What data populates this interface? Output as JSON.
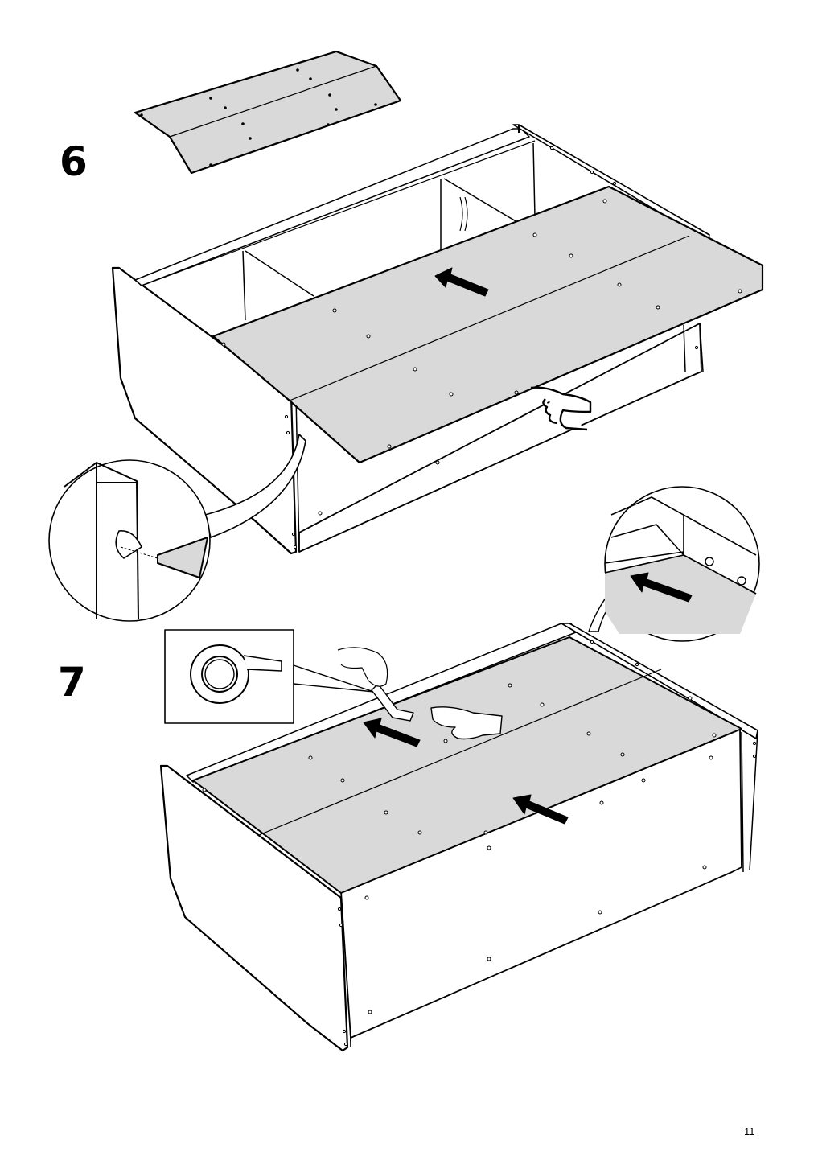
{
  "steps": [
    {
      "number": "6"
    },
    {
      "number": "7"
    }
  ],
  "page_number": "11",
  "colors": {
    "panel_fill": "#d9d9d9",
    "line": "#000000",
    "background": "#ffffff"
  },
  "icons": [
    "arrow-icon",
    "pointing-hand-icon",
    "hand-icon",
    "tape-roll-icon",
    "tape-strip-icon"
  ]
}
